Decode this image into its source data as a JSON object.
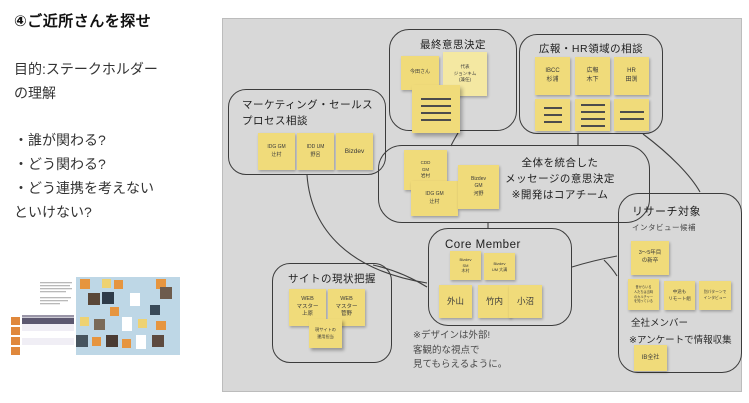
{
  "sidebar": {
    "title": "④ご近所さんを探せ",
    "purpose": "目的:ステークホルダー\nの理解",
    "bullets": "・誰が関わる?\n・どう関わる?\n・どう連携を考えない\nといけない?"
  },
  "canvas": {
    "colors": {
      "canvas_bg": "#d8d8d8",
      "sticky_yellow": "#f0db7a",
      "box_outline": "#3c3c3c"
    },
    "final_decision": {
      "title": "最終意思決定",
      "member1": "今田さん",
      "member2": "代表\nジョンキム\n(兼任)"
    },
    "pr_hr": {
      "title": "広報・HR領域の相談",
      "member1": "IBCC\n杉浦",
      "member2": "広報\n木下",
      "member3": "HR\n田渕"
    },
    "marketing": {
      "title": "マーケティング・セールス\nプロセス相談",
      "member1": "IDG GM\n辻村",
      "member2": "IDD UM\n野呂",
      "member3": "Bizdev"
    },
    "unified": {
      "title": "全体を統合した\nメッセージの意思決定\n※開発はコアチーム",
      "member1": "CDD\nGM\n岩村",
      "member2": "IDG GM\n辻村",
      "member3": "Bizdev\nGM\n河野"
    },
    "core": {
      "title": "Core Member",
      "member1": "Bizdev\nSM\n木村",
      "member2": "Bizdev\nUM 大溝",
      "member3": "外山",
      "member4": "竹内",
      "member5": "小沼"
    },
    "research": {
      "title": "リサーチ対象",
      "subtitle": "インタビュー候補",
      "member1": "3〜5年目\nの新卒",
      "member2": "昔からいる\n人たちは当時\nのカルチャー\nを知っている",
      "member3": "中途も\nリモート組",
      "member4": "別パターンで\nインタビュー",
      "note1": "全社メンバー",
      "note2": "※アンケートで情報収集",
      "member5": "IB全社"
    },
    "site": {
      "title": "サイトの現状把握",
      "member1": "WEB\nマスター\n上原",
      "member2": "WEB\nマスター\n菅野",
      "member3": "現サイトの\n運用担当"
    },
    "design_note": "※デザインは外部!\n客観的な視点で\n見てもらえるように。"
  }
}
